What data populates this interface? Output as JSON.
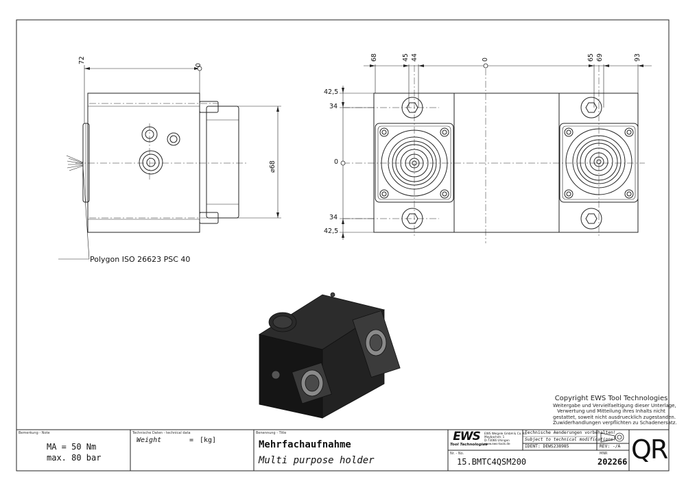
{
  "side_view": {
    "dim_72": "72",
    "dim_0": "0",
    "dim_diameter": "⌀68",
    "callout": "Polygon ISO 26623 PSC 40"
  },
  "front_view": {
    "top_dims": [
      "68",
      "45",
      "44",
      "0",
      "65",
      "69",
      "93"
    ],
    "left_dims_top": [
      "42,5",
      "34"
    ],
    "left_dim_zero": "0",
    "left_dims_bottom": [
      "34",
      "42,5"
    ]
  },
  "copyright": {
    "heading": "Copyright EWS Tool Technologies",
    "lines": [
      "Weitergabe und Vervielfaeltigung dieser Unterlage,",
      "Verwertung und Mitteilung ihres Inhalts nicht",
      "gestattet, soweit nicht ausdruecklich zugestanden.",
      "Zuwiderhandlungen verpflichten zu Schadenersatz."
    ]
  },
  "title_block": {
    "remark_label": "Bemerkung - Note",
    "remark_lines": [
      "MA = 50 Nm",
      "max. 80 bar"
    ],
    "tech_label": "Technische Daten - technical data",
    "weight_label": "Weight",
    "weight_eq": "=",
    "weight_unit": "[kg]",
    "name_label": "Benennung - Title",
    "title_de": "Mehrfachaufnahme",
    "title_en": "Multi purpose holder",
    "logo": "EWS",
    "logo_sub": "Tool Technologies",
    "company_lines": [
      "EWS Weigele GmbH & Co. KG",
      "Maybachstr. 1",
      "D-73066 Uhingen",
      "www.ews-tools.de"
    ],
    "change_note_de": "Technische Aenderungen vorbehalten!",
    "change_note_en": "Subject to technical modifications!",
    "ident": "IDENT: DEWS238985",
    "number_label": "Nr. - No.",
    "number": "15.BMTC4QSM200",
    "rev": "REV: -/A",
    "mnr_label": "MNR",
    "mnr": "202266",
    "code": "QR"
  }
}
